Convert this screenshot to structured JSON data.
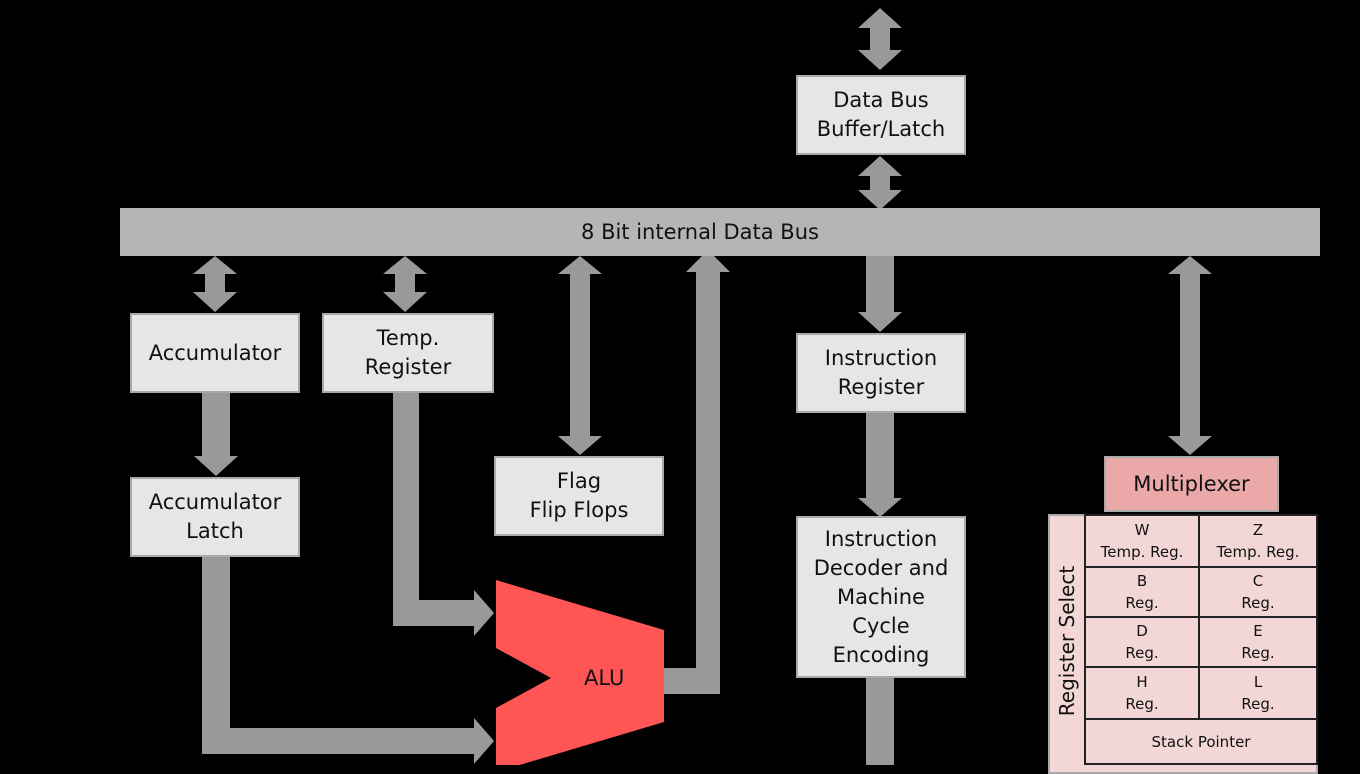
{
  "colors": {
    "background": "#000000",
    "box_fill": "#e6e6e6",
    "bus": "#b5b5b5",
    "arrow": "#999999",
    "alu": "#ff5555",
    "multiplexer": "#eaa8a8",
    "register_fill": "#f3d6d6"
  },
  "data_bus_buffer": "Data Bus\nBuffer/Latch",
  "internal_bus": "8 Bit internal Data Bus",
  "accumulator": "Accumulator",
  "temp_register": "Temp.\nRegister",
  "accumulator_latch": "Accumulator\nLatch",
  "flag_flip_flops": "Flag\nFlip Flops",
  "alu": "ALU",
  "instruction_register": "Instruction\nRegister",
  "instruction_decoder": "Instruction\nDecoder and\nMachine\nCycle\nEncoding",
  "multiplexer": "Multiplexer",
  "register_select": "Register Select",
  "registers": {
    "w": "W\nTemp. Reg.",
    "z": "Z\nTemp. Reg.",
    "b": "B\nReg.",
    "c": "C\nReg.",
    "d": "D\nReg.",
    "e": "E\nReg.",
    "h": "H\nReg.",
    "l": "L\nReg.",
    "sp": "Stack Pointer"
  }
}
